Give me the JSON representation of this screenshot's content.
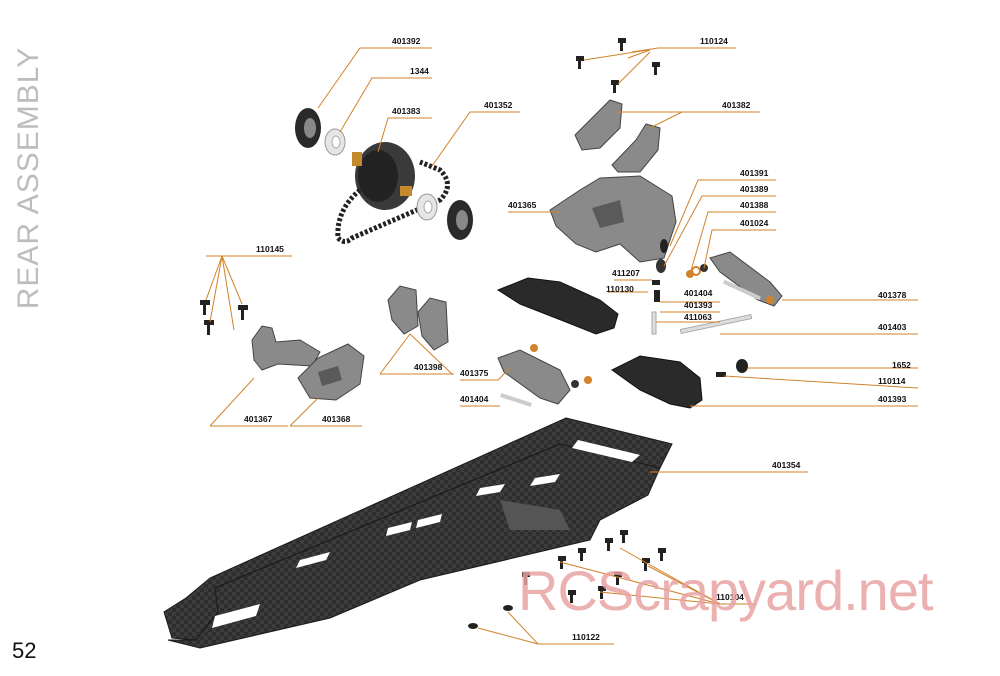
{
  "page": {
    "title": "REAR ASSEMBLY",
    "number": "52"
  },
  "watermark": "RCScrapyard.net",
  "parts": {
    "p401392": "401392",
    "p1344": "1344",
    "p401383": "401383",
    "p401352": "401352",
    "p110124": "110124",
    "p401382": "401382",
    "p401391": "401391",
    "p401389": "401389",
    "p401388": "401388",
    "p401024": "401024",
    "p401365": "401365",
    "p411207": "411207",
    "p110130": "110130",
    "p401404a": "401404",
    "p401393a": "401393",
    "p411063": "411063",
    "p401378": "401378",
    "p401403": "401403",
    "p110145": "110145",
    "p401398": "401398",
    "p401375": "401375",
    "p401404b": "401404",
    "p1652": "1652",
    "p110114": "110114",
    "p401393b": "401393",
    "p401367": "401367",
    "p401368": "401368",
    "p401354": "401354",
    "p110104": "110104",
    "p110122": "110122"
  }
}
